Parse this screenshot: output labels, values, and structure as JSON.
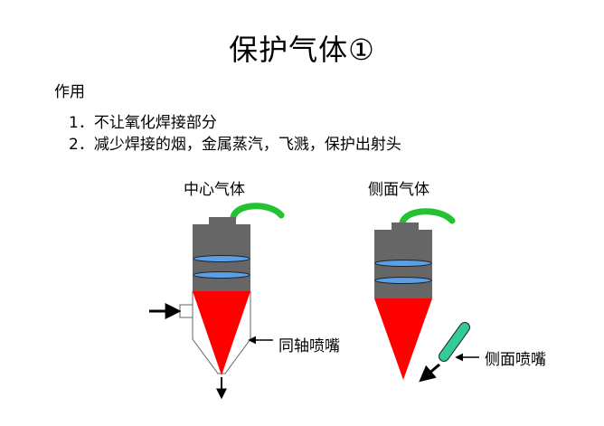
{
  "title": "保护气体①",
  "section_label": "作用",
  "points": [
    "1．不让氧化焊接部分",
    "2．减少焊接的烟，金属蒸汽，飞溅，保护出射头"
  ],
  "diagrams": {
    "left_caption": "中心气体",
    "right_caption": "侧面气体",
    "left_nozzle_label": "同轴喷嘴",
    "right_nozzle_label": "侧面喷嘴"
  },
  "colors": {
    "body": "#666666",
    "lens": "#5aa0e6",
    "cone": "#ff0000",
    "fiber": "#22c232",
    "side_nozzle": "#33cc99"
  }
}
